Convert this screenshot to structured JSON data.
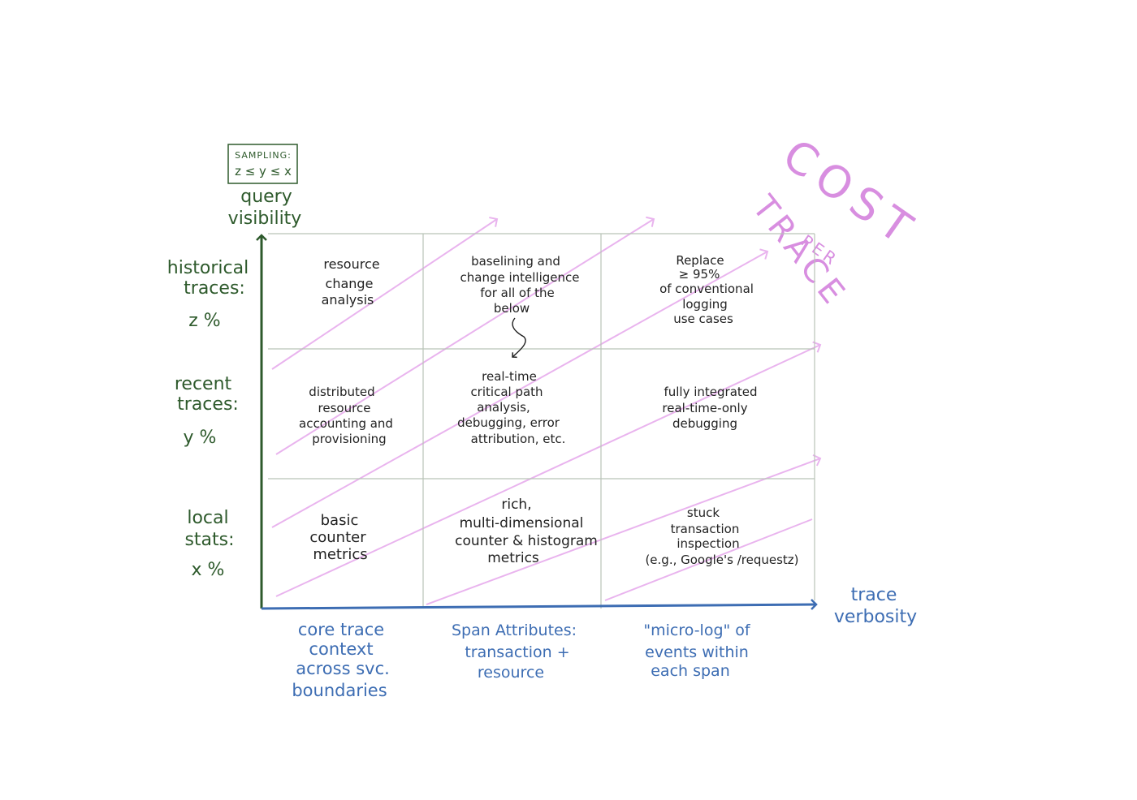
{
  "sampling_box": {
    "title": "SAMPLING:",
    "formula": "z ≤ y ≤ x"
  },
  "y_axis": {
    "label_lines": [
      "query",
      "visibility"
    ],
    "rows": [
      {
        "lines": [
          "historical",
          "traces:"
        ],
        "pct": "z %"
      },
      {
        "lines": [
          "recent",
          "traces:"
        ],
        "pct": "y %"
      },
      {
        "lines": [
          "local",
          "stats:"
        ],
        "pct": "x %"
      }
    ]
  },
  "x_axis": {
    "label_lines": [
      "trace",
      "verbosity"
    ],
    "columns": [
      {
        "lines": [
          "core trace",
          "context",
          "across svc.",
          "boundaries"
        ]
      },
      {
        "lines": [
          "Span Attributes:",
          "transaction +",
          "resource"
        ]
      },
      {
        "lines": [
          "\"micro-log\" of",
          "events within",
          "each span"
        ]
      }
    ]
  },
  "cells": [
    [
      {
        "lines": [
          "resource",
          "change",
          "analysis"
        ]
      },
      {
        "lines": [
          "baselining and",
          "change intelligence",
          "for all of the",
          "below"
        ]
      },
      {
        "lines": [
          "Replace",
          "≥ 95%",
          "of conventional",
          "logging",
          "use cases"
        ]
      }
    ],
    [
      {
        "lines": [
          "distributed",
          "resource",
          "accounting and",
          "provisioning"
        ]
      },
      {
        "lines": [
          "real-time",
          "critical path",
          "analysis,",
          "debugging, error",
          "attribution, etc."
        ]
      },
      {
        "lines": [
          "fully integrated",
          "real-time-only",
          "debugging"
        ]
      }
    ],
    [
      {
        "lines": [
          "basic",
          "counter",
          "metrics"
        ]
      },
      {
        "lines": [
          "rich,",
          "multi-dimensional",
          "counter & histogram",
          "metrics"
        ]
      },
      {
        "lines": [
          "stuck",
          "transaction",
          "inspection",
          "(e.g., Google's /requestz)"
        ]
      }
    ]
  ],
  "cost_label": {
    "word1": "COST",
    "word2": "PER",
    "word3": "TRACE"
  },
  "colors": {
    "green": "#2e5a2c",
    "blue": "#3d6db3",
    "ink": "#222222",
    "grid": "#b9c3b8",
    "pink": "#e6a8ec",
    "pink_text": "#d88ee0"
  }
}
